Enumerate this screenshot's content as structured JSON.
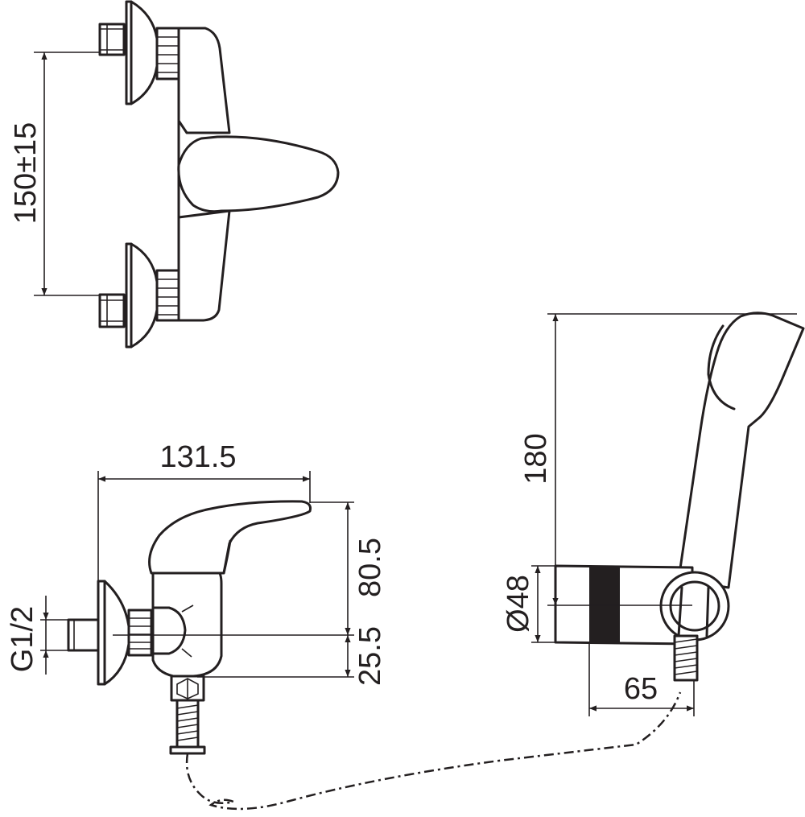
{
  "dimensions": {
    "mount_spacing": "150±15",
    "overall_length": "131.5",
    "spout_height": "80.5",
    "inlet_offset": "25.5",
    "thread": "G1/2",
    "shower_length": "180",
    "holder_diameter": "Ø48",
    "holder_depth": "65"
  }
}
